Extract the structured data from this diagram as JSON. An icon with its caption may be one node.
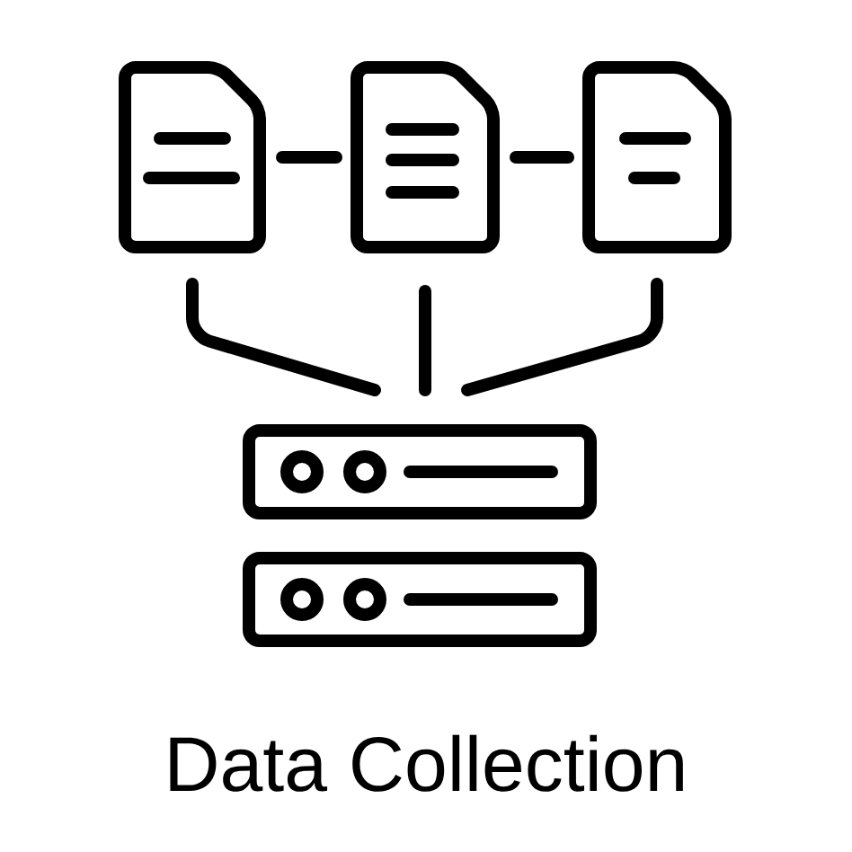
{
  "diagram": {
    "caption": "Data Collection",
    "nodes": [
      {
        "text": [],
        "shape": "document"
      },
      {
        "text": [],
        "shape": "document"
      },
      {
        "text": [],
        "shape": "document"
      },
      {
        "text": [],
        "shape": "server"
      }
    ],
    "edges": [
      {
        "from": 0,
        "to": 1,
        "arrow": "none"
      },
      {
        "from": 1,
        "to": 2,
        "arrow": "none"
      },
      {
        "from": 0,
        "to": 3,
        "arrow": "none"
      },
      {
        "from": 1,
        "to": 3,
        "arrow": "none"
      },
      {
        "from": 2,
        "to": 3,
        "arrow": "none"
      }
    ]
  }
}
